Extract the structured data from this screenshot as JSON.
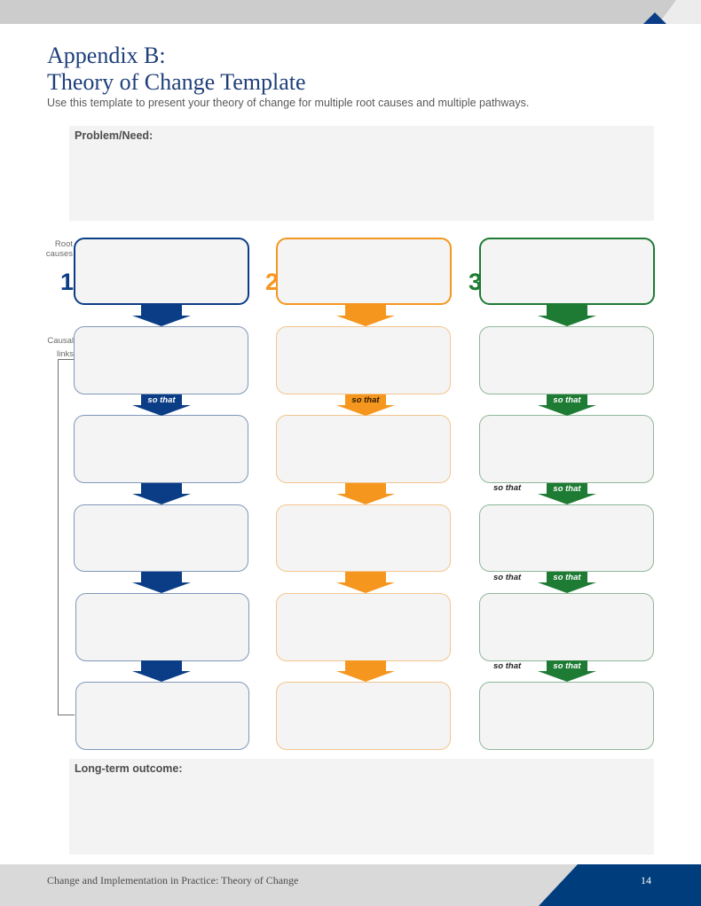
{
  "header": {
    "title_line1": "Appendix B:",
    "title_line2": "Theory of Change Template",
    "subtitle": "Use this template to present your theory of change for multiple root causes and multiple pathways."
  },
  "problem": {
    "label": "Problem/Need:"
  },
  "side_labels": {
    "root_causes": [
      "Root",
      "causes"
    ],
    "causal_links": [
      "Causal",
      "links"
    ]
  },
  "connector_text": "so that",
  "columns": [
    {
      "number": "1",
      "color": "#0b3d86",
      "thin_border": "#7f97b8",
      "so_that_color": "#ffffff",
      "arrow_labels": [
        "",
        "so that",
        "",
        "",
        ""
      ],
      "outside_labels": [
        "",
        "",
        "",
        "",
        ""
      ]
    },
    {
      "number": "2",
      "color": "#f5961f",
      "thin_border": "#f3c58d",
      "so_that_color": "#2a1a00",
      "arrow_labels": [
        "",
        "so that",
        "",
        "",
        ""
      ],
      "outside_labels": [
        "",
        "",
        "",
        "",
        ""
      ]
    },
    {
      "number": "3",
      "color": "#1e7b34",
      "thin_border": "#8fb79a",
      "so_that_color": "#ffffff",
      "arrow_labels": [
        "",
        "so that",
        "so that",
        "so that",
        "so that"
      ],
      "outside_labels": [
        "",
        "",
        "so that",
        "so that",
        "so that"
      ]
    }
  ],
  "outcome": {
    "label": "Long-term outcome:"
  },
  "footer": {
    "text": "Change and Implementation in Practice: Theory of Change",
    "page_number": "14",
    "accent_color": "#003d7d"
  },
  "colors": {
    "title": "#1f3f7a",
    "panel_bg": "#f3f3f3",
    "top_bar": "#cccccc",
    "footer_bar": "#d9d9d9"
  }
}
